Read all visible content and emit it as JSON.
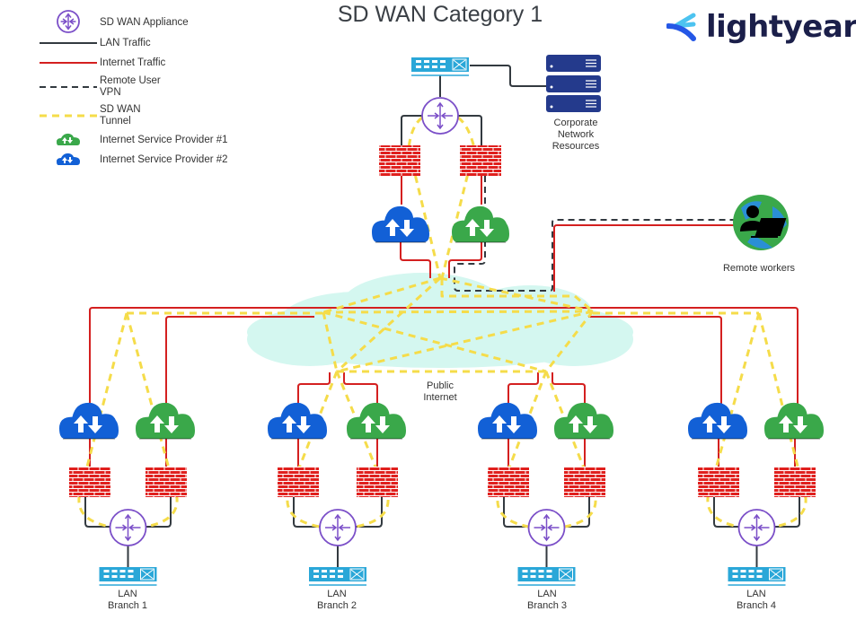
{
  "title": "SD WAN Category 1",
  "logo": {
    "text": "lightyear"
  },
  "legend": {
    "items": [
      {
        "id": "appliance",
        "icon": "sd-wan-appliance-icon",
        "label": "SD WAN Appliance"
      },
      {
        "id": "lan",
        "icon": "lan-traffic-line",
        "label": "LAN Traffic"
      },
      {
        "id": "internet",
        "icon": "internet-traffic-line",
        "label": "Internet Traffic"
      },
      {
        "id": "vpn",
        "icon": "remote-user-vpn-line",
        "label": "Remote User\nVPN"
      },
      {
        "id": "tunnel",
        "icon": "sd-wan-tunnel-line",
        "label": "SD WAN\nTunnel"
      },
      {
        "id": "isp1",
        "icon": "isp1-cloud-icon",
        "label": "Internet Service Provider #1"
      },
      {
        "id": "isp2",
        "icon": "isp2-cloud-icon",
        "label": "Internet Service Provider #2"
      }
    ]
  },
  "colors": {
    "lan": "#333a40",
    "internet": "#d42020",
    "vpn": "#333a40",
    "tunnel": "#f5dc4a",
    "isp1": "#3aa84a",
    "isp2": "#1260d6",
    "appliance": "#7b4fc8",
    "switch": "#2aa7d8",
    "server": "#243a8c",
    "firewall": "#e0201e",
    "internet_cloud": "#d4f7f0",
    "logo_dark": "#1b1f4a",
    "logo_blue": "#2457e6",
    "logo_light": "#4cc3f0"
  },
  "nodes": {
    "corporate": {
      "label": "Corporate\nNetwork\nResources"
    },
    "remote": {
      "label": "Remote workers"
    },
    "internet": {
      "label": "Public\nInternet"
    }
  },
  "branches": [
    {
      "label_line1": "LAN",
      "label_line2": "Branch 1"
    },
    {
      "label_line1": "LAN",
      "label_line2": "Branch 2"
    },
    {
      "label_line1": "LAN",
      "label_line2": "Branch 3"
    },
    {
      "label_line1": "LAN",
      "label_line2": "Branch 4"
    }
  ]
}
